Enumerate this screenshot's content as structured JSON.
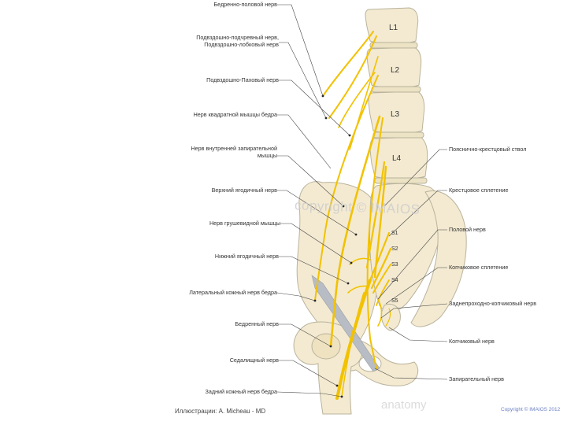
{
  "labels_left": [
    {
      "id": "genitofemoral",
      "lines": [
        "Бедренно-половой нерв"
      ]
    },
    {
      "id": "iliohypogastric",
      "lines": [
        "Подвздошно-подчревный нерв,",
        "Подвздошно-лобковый нерв"
      ]
    },
    {
      "id": "ilioinguinal",
      "lines": [
        "Подвздошно-Паховый нерв"
      ]
    },
    {
      "id": "quadratus",
      "lines": [
        "Нерв квадратной мышцы бедра"
      ]
    },
    {
      "id": "obturator_int",
      "lines": [
        "Нерв внутренней запирательной",
        "мышцы"
      ]
    },
    {
      "id": "sup_gluteal",
      "lines": [
        "Верхний ягодичный нерв"
      ]
    },
    {
      "id": "piriformis",
      "lines": [
        "Нерв грушевидной мышцы"
      ]
    },
    {
      "id": "inf_gluteal",
      "lines": [
        "Нижний ягодичный нерв"
      ]
    },
    {
      "id": "lat_cutaneous",
      "lines": [
        "Латеральный кожный нерв бедра"
      ]
    },
    {
      "id": "femoral",
      "lines": [
        "Бедренный нерв"
      ]
    },
    {
      "id": "sciatic",
      "lines": [
        "Седалищный нерв"
      ]
    },
    {
      "id": "post_cutaneous",
      "lines": [
        "Задний кожный нерв бедра"
      ]
    }
  ],
  "labels_right": [
    {
      "id": "lumbosacral",
      "lines": [
        "Пояснично-крестцовый ствол"
      ]
    },
    {
      "id": "sacral_plexus",
      "lines": [
        "Крестцовое сплетение"
      ]
    },
    {
      "id": "pudendal",
      "lines": [
        "Половой нерв"
      ]
    },
    {
      "id": "coccygeal_plexus",
      "lines": [
        "Копчиковое сплетение"
      ]
    },
    {
      "id": "anococcygeal",
      "lines": [
        "Заднепроходно-копчиковый нерв"
      ]
    },
    {
      "id": "coccygeal",
      "lines": [
        "Копчиковый нерв"
      ]
    },
    {
      "id": "obturator",
      "lines": [
        "Запирательный нерв"
      ]
    }
  ],
  "vertebrae": [
    "L1",
    "L2",
    "L3",
    "L4"
  ],
  "sacral": [
    "S1",
    "S2",
    "S3",
    "S4",
    "S5"
  ],
  "watermark": "copyright © IMAIOS",
  "logo_text": "anatomy",
  "credit": "Иллюстрации: A. Micheau - MD",
  "copyright": "Copyright © IMAIOS 2012",
  "colors": {
    "bone": "#f4ead1",
    "bone_outline": "#b9b39c",
    "nerve": "#f2c200",
    "nerve_dark": "#d9a900",
    "leader": "#444444",
    "artery": "#b8bcc4"
  }
}
